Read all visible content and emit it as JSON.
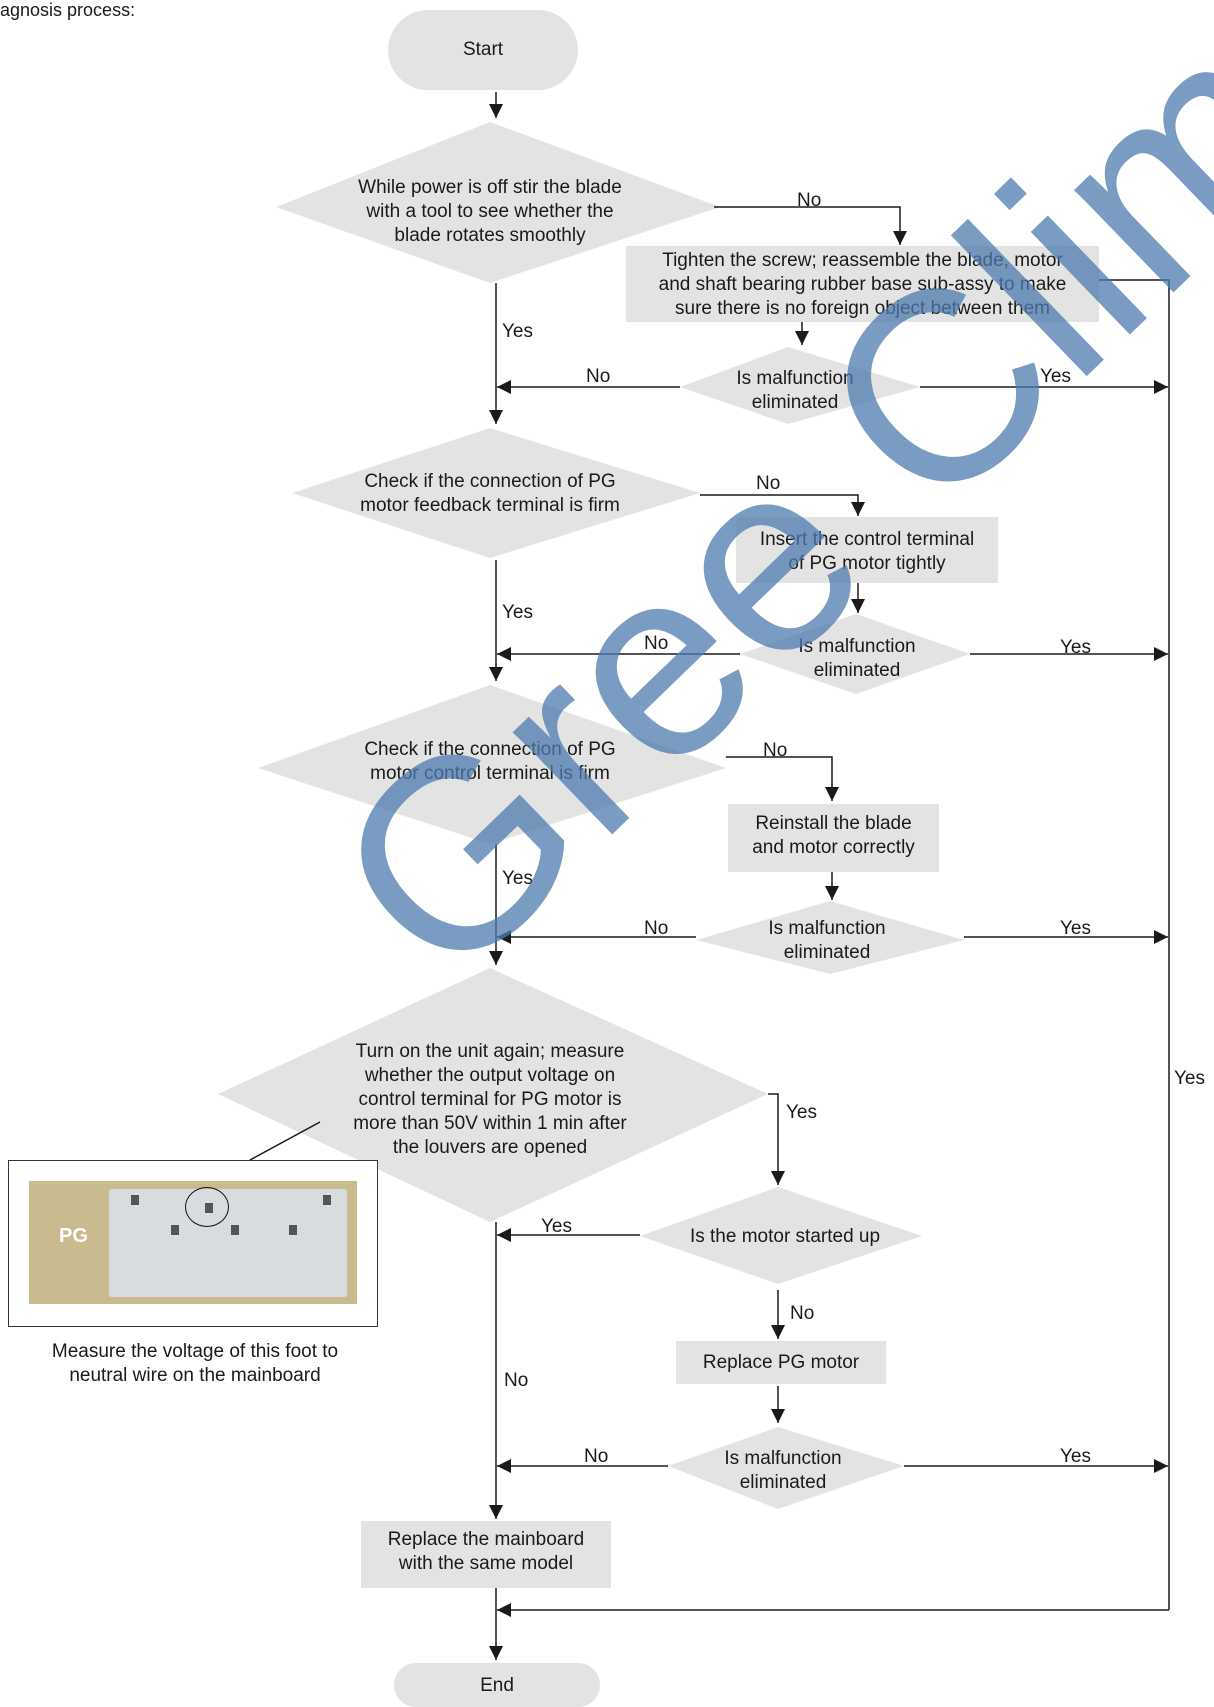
{
  "intro_text": "agnosis process:",
  "watermark": "Gree Climat",
  "nodes": {
    "start": "Start",
    "end": "End",
    "d1": "While power is off stir the blade\nwith a tool to see whether the\nblade rotates  smoothly",
    "p1": "Tighten the screw; reassemble the blade, motor\nand shaft bearing rubber base sub-assy to make\nsure there is no foreign object between them",
    "e1": "Is malfunction\neliminated",
    "d2": "Check if the connection of PG\nmotor feedback terminal is firm",
    "p2": "Insert the control terminal\nof PG motor tightly",
    "e2": "Is malfunction\neliminated",
    "d3": "Check if the connection of PG\nmotor control terminal is firm",
    "p3": "Reinstall the blade\nand motor correctly",
    "e3": "Is malfunction\neliminated",
    "d4": "Turn on the unit again; measure\nwhether the output voltage on\ncontrol terminal for PG motor is\nmore than 50V  within 1 min after\nthe louvers are opened",
    "d5": "Is the motor started up",
    "p5": "Replace PG motor",
    "e5": "Is malfunction\neliminated",
    "p6": "Replace the mainboard\nwith the same model"
  },
  "photo": {
    "connector_label": "PG",
    "caption": "Measure the voltage of this foot to\nneutral wire on the mainboard"
  },
  "labels": {
    "d1_no": "No",
    "d1_yes": "Yes",
    "e1_no": "No",
    "e1_yes": "Yes",
    "d2_no": "No",
    "d2_yes": "Yes",
    "e2_no": "No",
    "e2_yes": "Yes",
    "d3_no": "No",
    "d3_yes": "Yes",
    "e3_no": "No",
    "e3_yes": "Yes",
    "d4_yes": "Yes",
    "d4_no": "No",
    "d5_yes": "Yes",
    "d5_no": "No",
    "e5_no": "No",
    "e5_yes": "Yes",
    "right_yes": "Yes"
  },
  "colors": {
    "shape_fill": "#e3e3e3",
    "line": "#1a1a1a",
    "watermark": "#4e7bb0"
  }
}
